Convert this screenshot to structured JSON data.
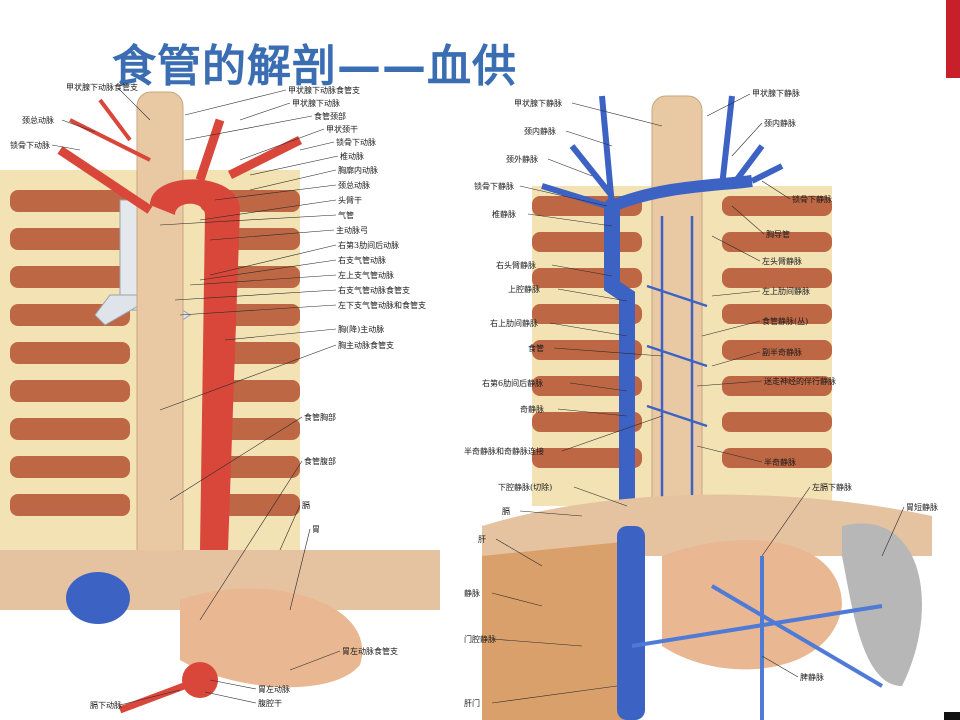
{
  "title": "食管的解剖——血供",
  "colors": {
    "title": "#3b6db3",
    "accent": "#c8202a",
    "artery": "#d9463a",
    "vein": "#3c63c4",
    "esophagus": "#e9c9a3",
    "muscle": "#b85a3a",
    "bone": "#f3e2b4"
  },
  "left_labels": {
    "thyroid_left": "甲状腺下动脉食管支",
    "common_carotid_left": "颈总动脉",
    "subclavian_left": "锁骨下动脉",
    "r1": "甲状腺下动脉食管支",
    "r2": "甲状腺下动脉",
    "r3": "食管颈部",
    "r4": "甲状颈干",
    "r5": "锁骨下动脉",
    "r6": "椎动脉",
    "r7": "胸廓内动脉",
    "r8": "颈总动脉",
    "r9": "头臂干",
    "r10": "气管",
    "r11": "主动脉弓",
    "r12": "右第3肋间后动脉",
    "r13": "右支气管动脉",
    "r14": "左上支气管动脉",
    "r15": "右支气管动脉食管支",
    "r16": "左下支气管动脉和食管支",
    "r17": "胸(降)主动脉",
    "r18": "胸主动脉食管支",
    "r19": "食管胸部",
    "r20": "食管腹部",
    "r21": "膈",
    "r22": "胃",
    "r23": "胃左动脉食管支",
    "r24": "胃左动脉",
    "r25": "膈下动脉",
    "r26": "腹腔干"
  },
  "right_labels": {
    "l1": "甲状腺下静脉",
    "l2": "颈内静脉",
    "l3": "颈外静脉",
    "l4": "锁骨下静脉",
    "l5": "椎静脉",
    "l6": "右头臂静脉",
    "l7": "上腔静脉",
    "l8": "右上肋间静脉",
    "l9": "食管",
    "l10": "右第6肋间后静脉",
    "l11": "奇静脉",
    "l12": "半奇静脉和奇静脉连接",
    "l13": "下腔静脉(切除)",
    "l14": "膈",
    "l15": "肝",
    "l16": "静脉",
    "l17": "门腔静脉",
    "l18": "肝门",
    "r1": "甲状腺下静脉",
    "r2": "颈内静脉",
    "r3": "锁骨下静脉",
    "r4": "胸导管",
    "r5": "左头臂静脉",
    "r6": "左上肋间静脉",
    "r7": "食管静脉(丛)",
    "r8": "副半奇静脉",
    "r9": "迷走神经的伴行静脉",
    "r10": "半奇静脉",
    "r11": "左膈下静脉",
    "r12": "胃短静脉",
    "r13": "脾静脉"
  }
}
